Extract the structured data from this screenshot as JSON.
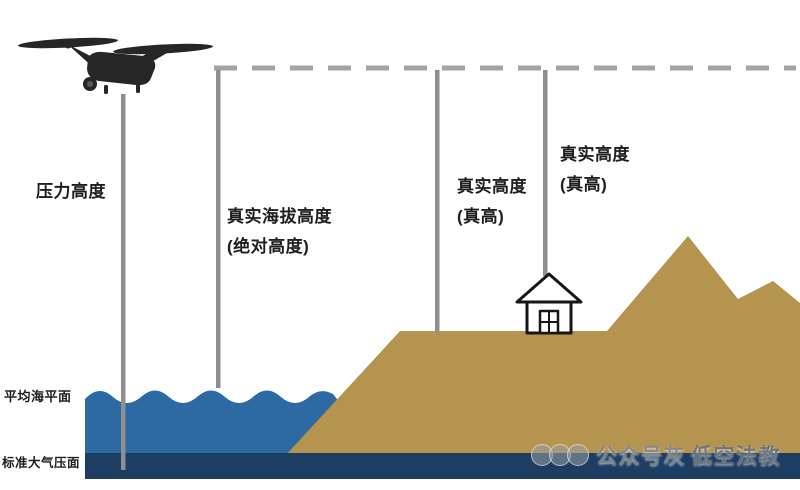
{
  "diagram": {
    "labels": {
      "pressure_altitude": "压力高度",
      "absolute_altitude_line1": "真实海拔高度",
      "absolute_altitude_line2": "(绝对高度)",
      "true_height_terrain_line1": "真实高度",
      "true_height_terrain_line2": "(真高)",
      "true_height_house_line1": "真实高度",
      "true_height_house_line2": "(真高)",
      "mean_sea_level": "平均海平面",
      "standard_pressure_surface": "标准大气压面"
    },
    "watermark": {
      "part1": "公众号灰",
      "part2": "低空法教"
    },
    "colors": {
      "water": "#2d6aa4",
      "terrain": "#b5944f",
      "pressure_strip": "#1d3e62",
      "reference_line": "#8f8f8f",
      "dashed_line": "#a3a3a3",
      "drone": "#262626"
    }
  }
}
